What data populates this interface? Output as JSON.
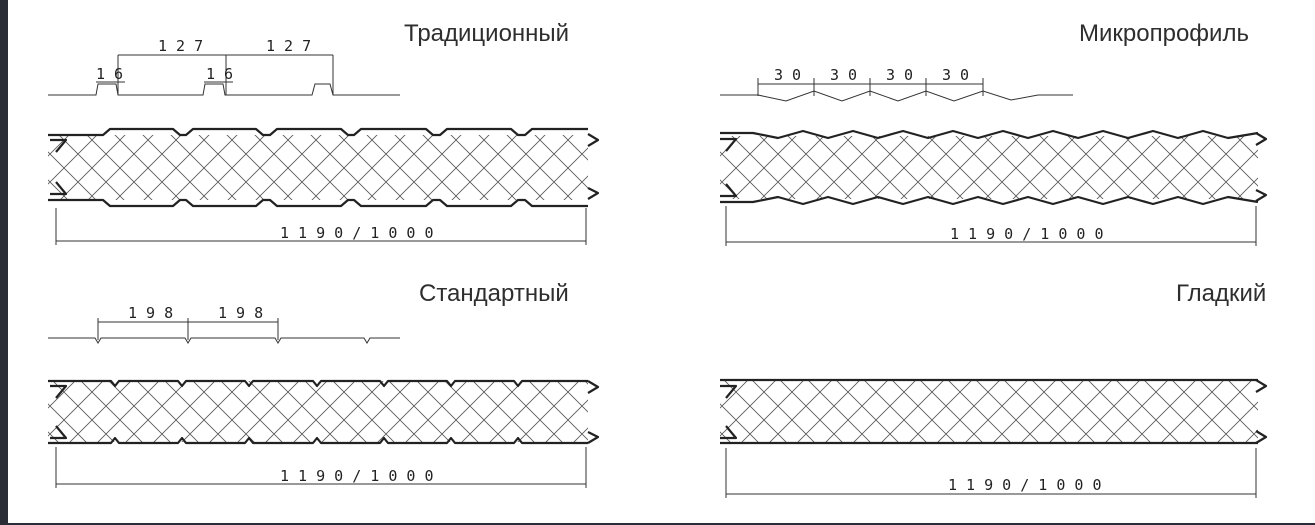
{
  "titles": {
    "traditional": "Традиционный",
    "microprofile": "Микропрофиль",
    "standard": "Стандартный",
    "smooth": "Гладкий"
  },
  "dimensions": {
    "traditional_pitch": "1 2 7",
    "traditional_rib": "1 6",
    "microprofile_pitch": "3 0",
    "standard_pitch": "1 9 8",
    "panel_width": "1 1 9 0 / 1 0 0 0"
  },
  "colors": {
    "background": "#ffffff",
    "frame": "#2a2d35",
    "ink": "#222222"
  }
}
